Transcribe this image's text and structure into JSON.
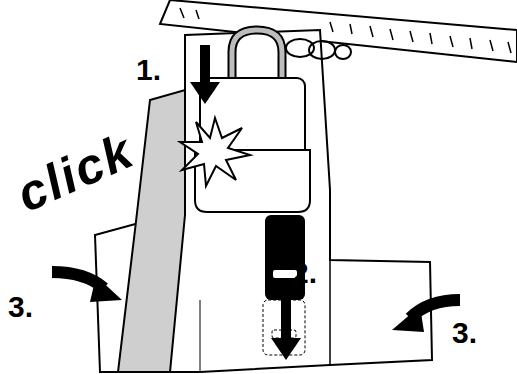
{
  "diagram": {
    "labels": [
      "1.",
      "click",
      "2.",
      "3.",
      "3."
    ]
  }
}
